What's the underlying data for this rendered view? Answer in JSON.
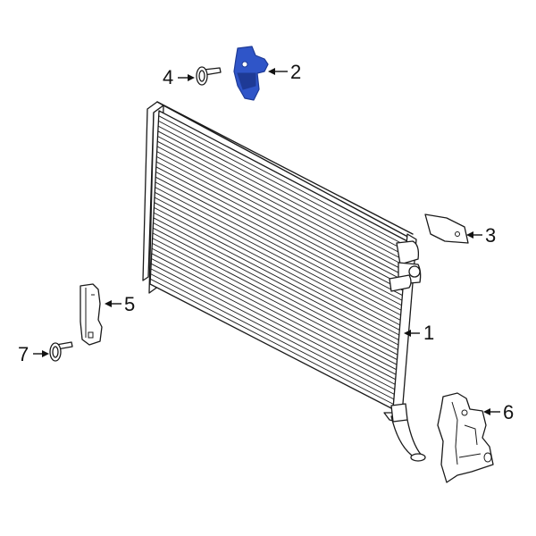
{
  "colors": {
    "line": "#1a1a1a",
    "highlight": "#2f55c8",
    "highlight_dark": "#1e3a96",
    "background": "#ffffff"
  },
  "callouts": [
    {
      "id": "1",
      "label": "1",
      "part": "radiator"
    },
    {
      "id": "2",
      "label": "2",
      "part": "upper-bracket",
      "highlighted": true
    },
    {
      "id": "3",
      "label": "3",
      "part": "side-bracket"
    },
    {
      "id": "4",
      "label": "4",
      "part": "bolt-upper"
    },
    {
      "id": "5",
      "label": "5",
      "part": "left-lower-bracket"
    },
    {
      "id": "6",
      "label": "6",
      "part": "right-lower-bracket"
    },
    {
      "id": "7",
      "label": "7",
      "part": "bolt-lower"
    }
  ]
}
